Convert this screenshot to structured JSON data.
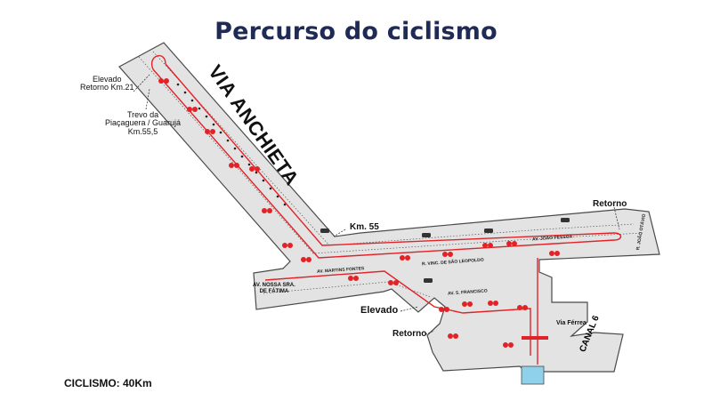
{
  "title": "Percurso do ciclismo",
  "footer": "CICLISMO: 40Km",
  "labels": {
    "elevado_retorno": "Elevado\nRetorno Km.21",
    "trevo": "Trevo da\nPiaçaguera / Guarujá\nKm.55,5",
    "via_anchieta": "VIA ANCHIETA",
    "km55": "Km. 55",
    "retorno_right": "Retorno",
    "elevado": "Elevado",
    "retorno_left": "Retorno",
    "via_ferrea": "Via Férrea",
    "canal6": "CANAL 6",
    "av_nossa_sra": "AV. NOSSA SRA.\nDE FÁTIMA"
  },
  "streets": {
    "av_martins_fontes": "AV. MARTINS FONTES",
    "r_vinc_sao_leopoldo": "R. VINC. DE SÃO LEOPOLDO",
    "av_joao_pessoa": "AV. JOÃO PESSOA",
    "r_joao_otavio": "R. JOÃO OTÁVIO",
    "av_s_francisco": "AV. S. FRANCISCO"
  },
  "colors": {
    "title": "#1f2a55",
    "road": "#e3e3e3",
    "road_edge": "#4a4a4a",
    "route": "#e32227",
    "finish": "#8fd1ea"
  },
  "icons": [
    "cyclist-icon",
    "car-icon",
    "arrow-icon"
  ]
}
